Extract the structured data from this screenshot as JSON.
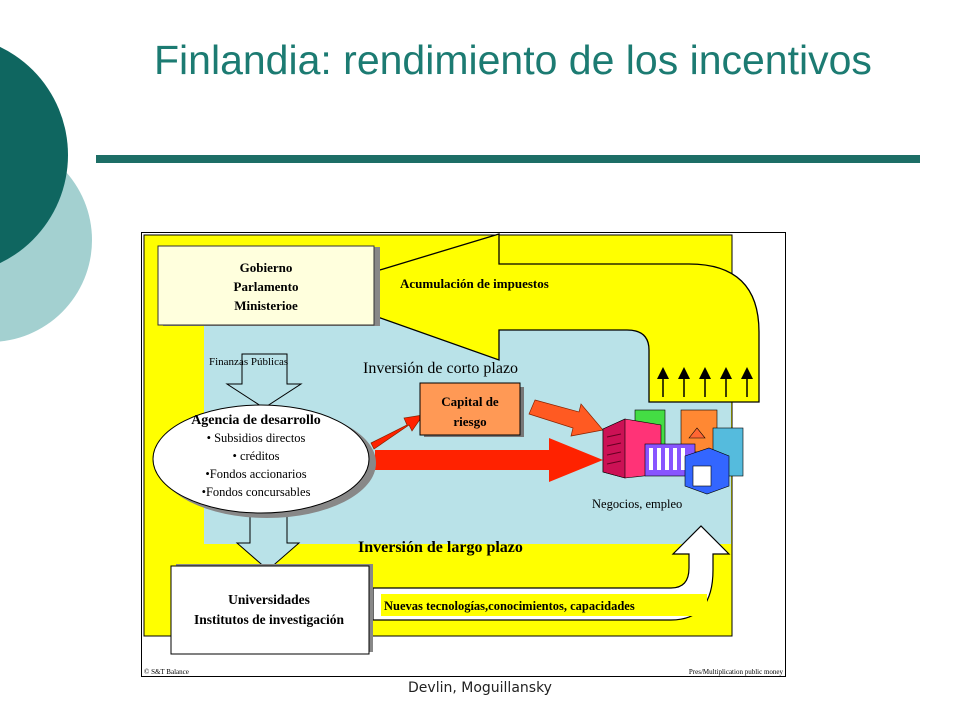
{
  "slide": {
    "title": "Finlandia: rendimiento de los incentivos",
    "footer": "Devlin, Moguillansky"
  },
  "diagram": {
    "gobierno": [
      "Gobierno",
      "Parlamento",
      "Ministerioe"
    ],
    "acumulacion": "Acumulación de impuestos",
    "finanzas": "Finanzas Públicas",
    "corto_plazo": "Inversión de corto plazo",
    "capital": [
      "Capital de",
      "riesgo"
    ],
    "agencia": {
      "title": "Agencia de desarrollo",
      "items": [
        "• Subsidios directos",
        "• créditos",
        "•Fondos accionarios",
        "•Fondos concursables"
      ]
    },
    "negocios": "Negocios, empleo",
    "largo_plazo": "Inversión de largo plazo",
    "universidades": [
      "Universidades",
      "Institutos de investigación"
    ],
    "nuevas": "Nuevas tecnologías,conocimientos, capacidades",
    "credit_left": "© S&T Balance",
    "credit_right": "Pres/Multiplication public money"
  },
  "colors": {
    "title": "#1c7b72",
    "rule": "#1d6e66",
    "circle_dark": "#0f6660",
    "circle_light": "#a3d0d0",
    "panel_blue": "#b9e2e8",
    "yellow": "#ffff00",
    "box": "#ffffdd",
    "capital_box": "#ff9955",
    "red_arrow": "#ff2200"
  }
}
